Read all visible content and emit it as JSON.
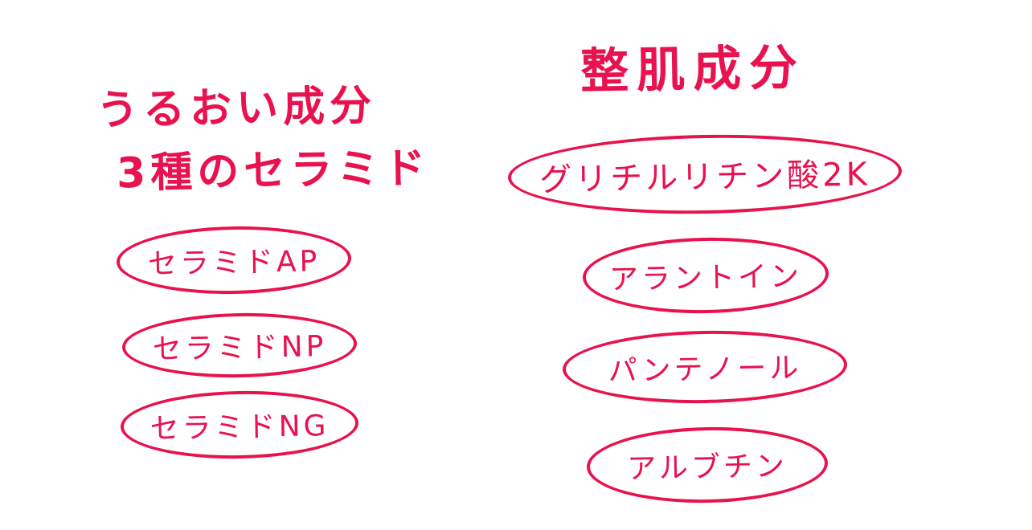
{
  "colors": {
    "ink": "#e8124f",
    "background": "#ffffff"
  },
  "left": {
    "heading_line1": "うるおい成分",
    "heading_line2": "3種のセラミド",
    "items": [
      {
        "label": "セラミドAP"
      },
      {
        "label": "セラミドNP"
      },
      {
        "label": "セラミドNG"
      }
    ]
  },
  "right": {
    "heading": "整肌成分",
    "items": [
      {
        "label": "グリチルリチン酸2K"
      },
      {
        "label": "アラントイン"
      },
      {
        "label": "パンテノール"
      },
      {
        "label": "アルブチン"
      }
    ]
  }
}
